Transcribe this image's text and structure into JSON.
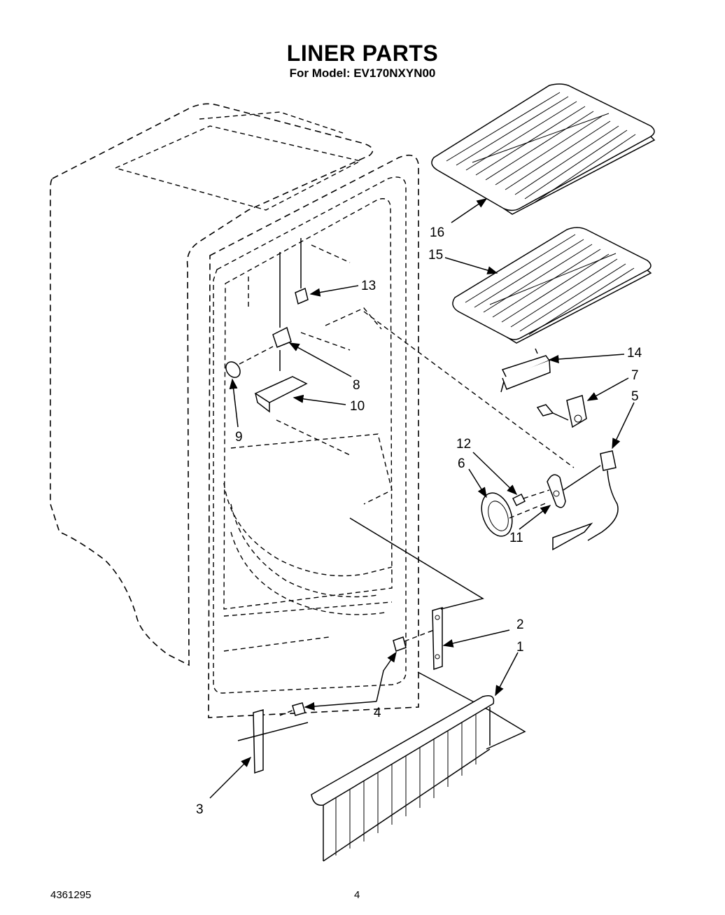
{
  "header": {
    "title": "LINER PARTS",
    "subtitle": "For Model: EV170NXYN00"
  },
  "callouts": [
    "16",
    "15",
    "13",
    "14",
    "7",
    "5",
    "8",
    "10",
    "9",
    "12",
    "6",
    "11",
    "2",
    "1",
    "4",
    "3"
  ],
  "footer": {
    "doc_number": "4361295",
    "page_number": "4"
  }
}
